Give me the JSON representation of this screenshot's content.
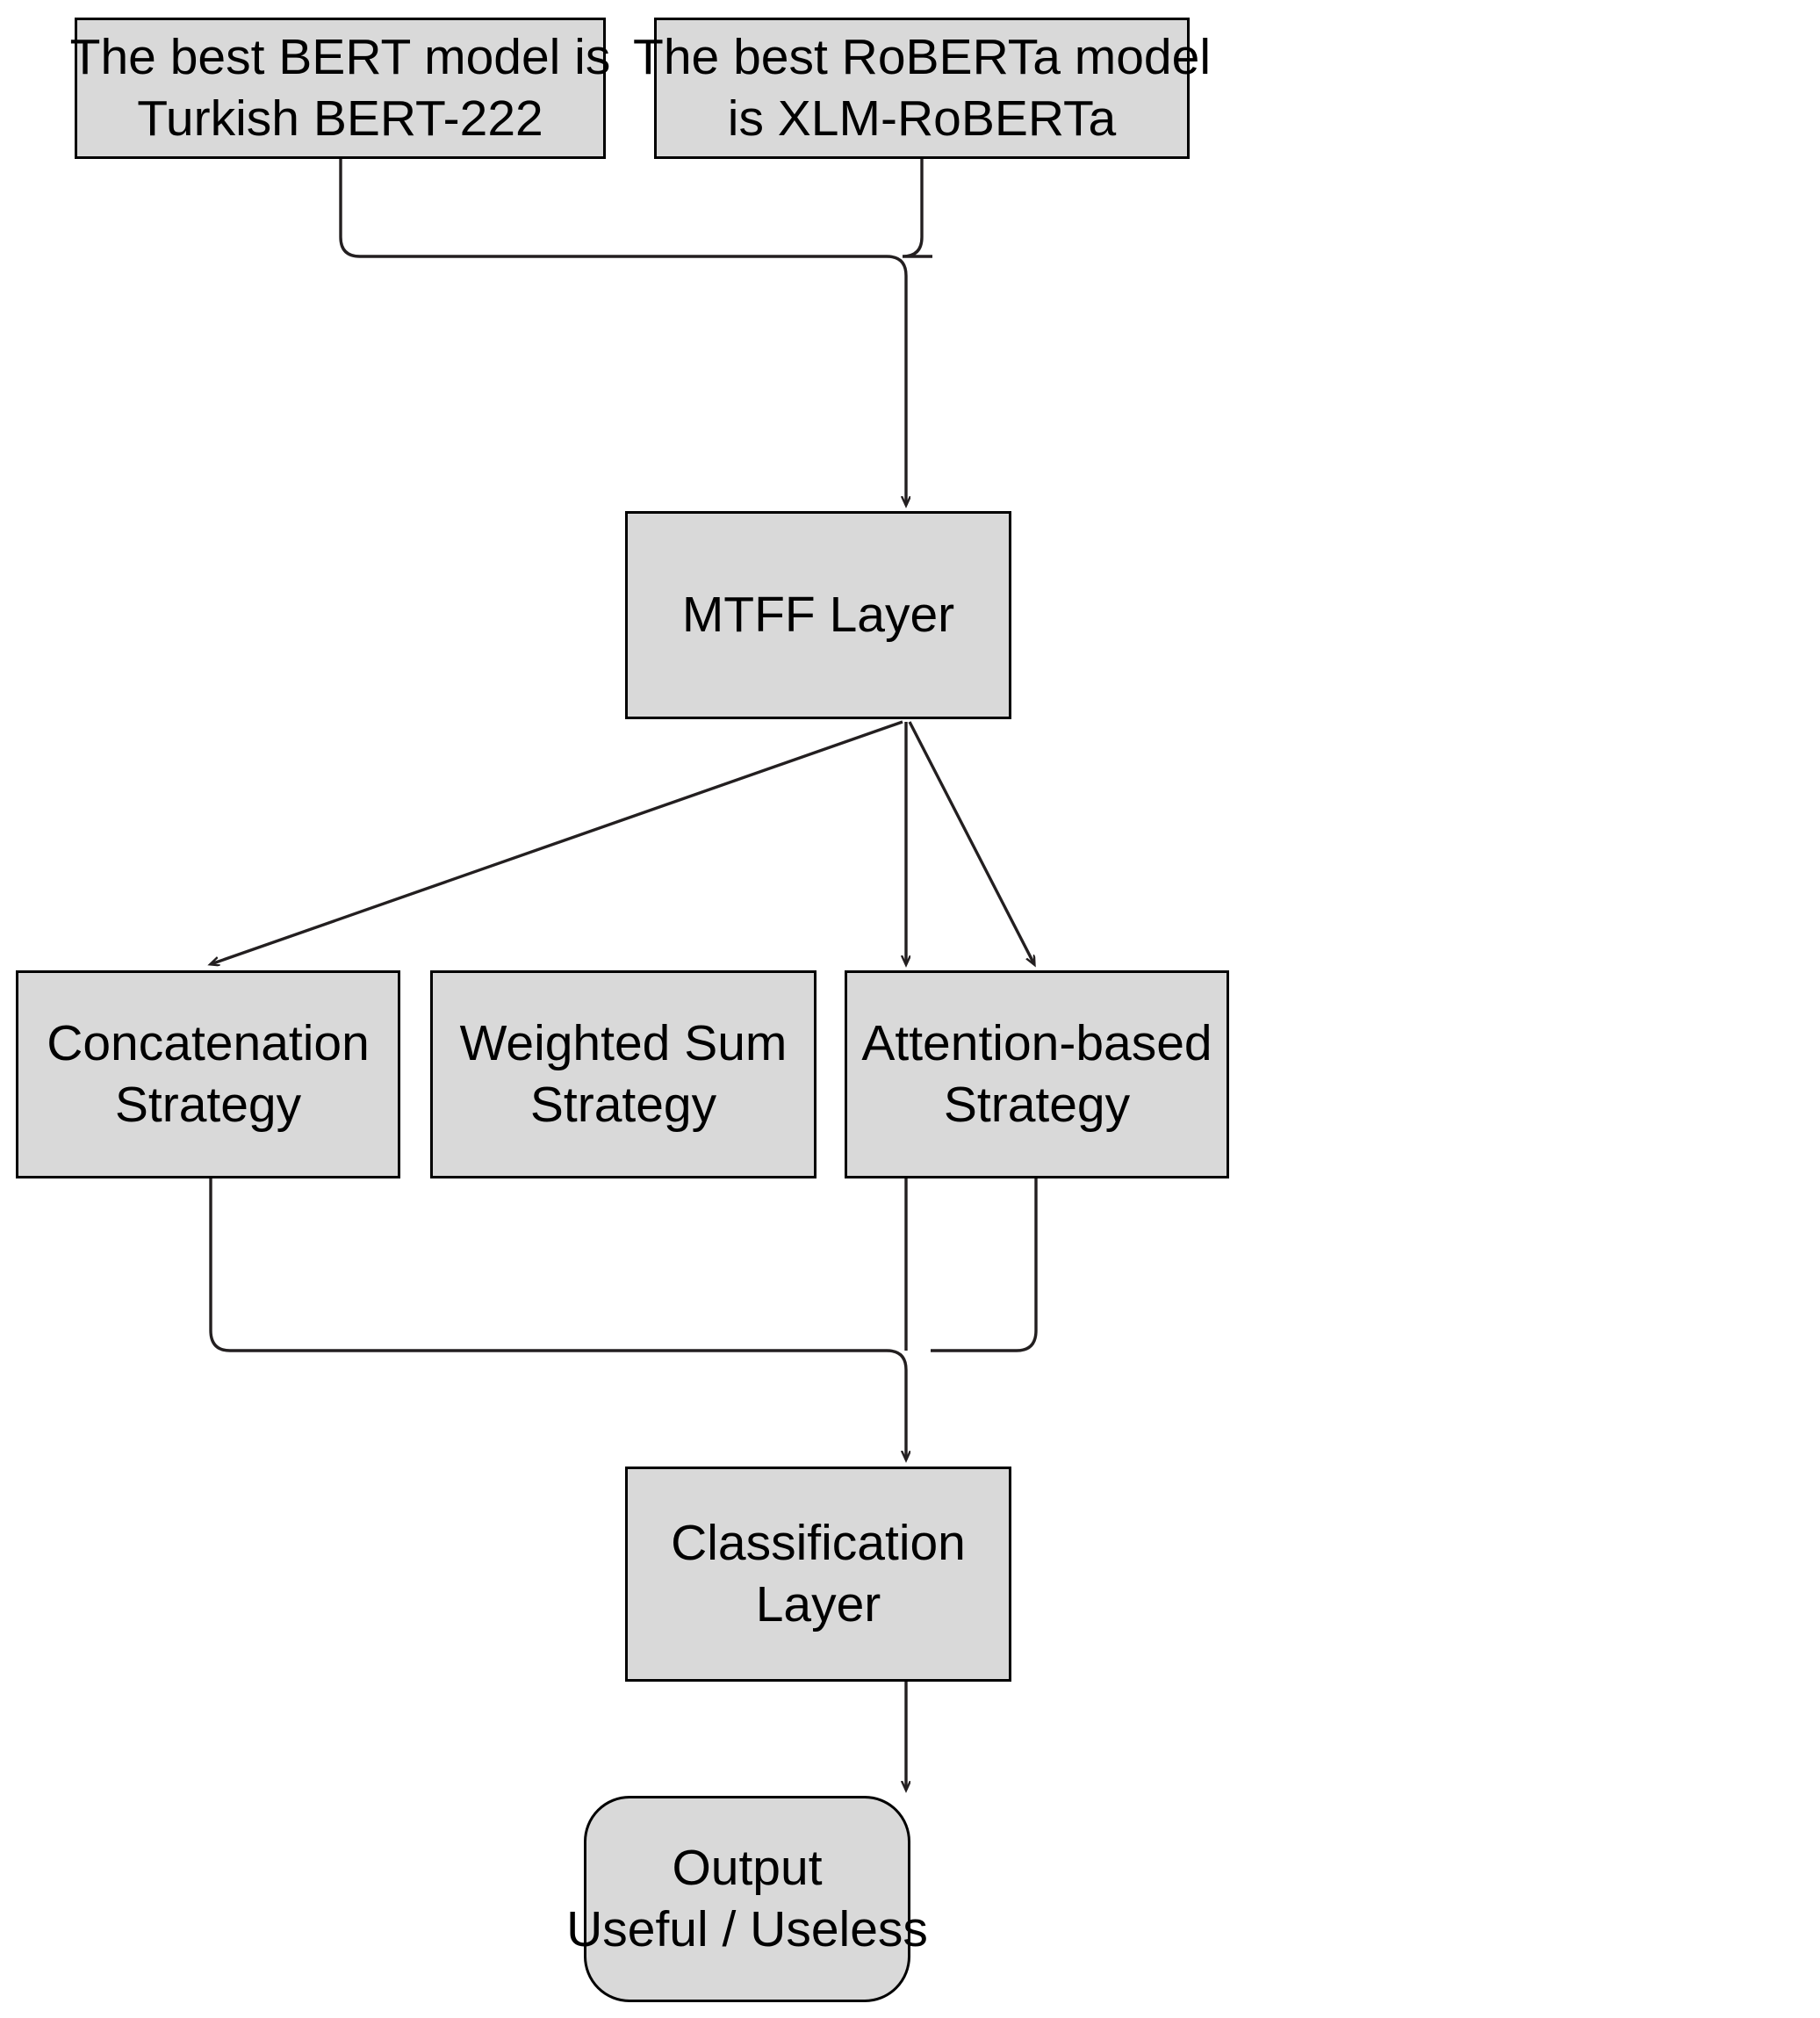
{
  "diagram": {
    "type": "flowchart",
    "background_color": "#ffffff",
    "node_fill": "#d9d9d9",
    "node_stroke": "#000000",
    "edge_color": "#231f20",
    "nodes": [
      {
        "id": "bert",
        "shape": "rectangle",
        "lines": [
          "The best BERT model is",
          "Turkish BERT-222"
        ]
      },
      {
        "id": "roberta",
        "shape": "rectangle",
        "lines": [
          "The best RoBERTa model",
          "is XLM-RoBERTa"
        ]
      },
      {
        "id": "mtff",
        "shape": "rectangle",
        "lines": [
          "MTFF Layer"
        ]
      },
      {
        "id": "concat",
        "shape": "rectangle",
        "lines": [
          "Concatenation",
          "Strategy"
        ]
      },
      {
        "id": "wsum",
        "shape": "rectangle",
        "lines": [
          "Weighted Sum",
          "Strategy"
        ]
      },
      {
        "id": "attn",
        "shape": "rectangle",
        "lines": [
          "Attention-based",
          "Strategy"
        ]
      },
      {
        "id": "classif",
        "shape": "rectangle",
        "lines": [
          "Classification",
          "Layer"
        ]
      },
      {
        "id": "output",
        "shape": "rounded-rectangle",
        "lines": [
          "Output",
          "Useful / Useless"
        ]
      }
    ],
    "edges": [
      {
        "from": "bert",
        "to": "mtff",
        "style": "elbow-merge",
        "arrow": true
      },
      {
        "from": "roberta",
        "to": "mtff",
        "style": "elbow-merge",
        "arrow": true
      },
      {
        "from": "mtff",
        "to": "concat",
        "style": "diagonal",
        "arrow": true
      },
      {
        "from": "mtff",
        "to": "wsum",
        "style": "straight",
        "arrow": true
      },
      {
        "from": "mtff",
        "to": "attn",
        "style": "diagonal",
        "arrow": true
      },
      {
        "from": "concat",
        "to": "classif",
        "style": "elbow-merge",
        "arrow": true
      },
      {
        "from": "wsum",
        "to": "classif",
        "style": "straight",
        "arrow": true
      },
      {
        "from": "attn",
        "to": "classif",
        "style": "elbow-merge",
        "arrow": true
      },
      {
        "from": "classif",
        "to": "output",
        "style": "straight",
        "arrow": true
      }
    ]
  }
}
